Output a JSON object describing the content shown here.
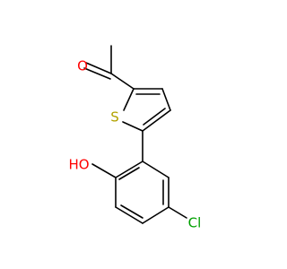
{
  "molecule": {
    "atoms": {
      "carbonyl_oxygen": {
        "symbol": "O",
        "color": "#ff0000"
      },
      "thiophene_sulfur": {
        "symbol": "S",
        "color": "#b2a200"
      },
      "hydroxyl_group": {
        "symbol": "HO",
        "color": "#ff0000"
      },
      "chlorine": {
        "symbol": "Cl",
        "color": "#00a000"
      }
    },
    "bond_color": "#000000"
  }
}
